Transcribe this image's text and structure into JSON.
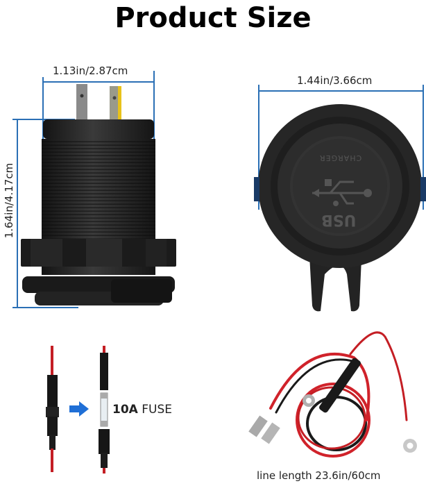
{
  "header": {
    "title": "Product Size"
  },
  "left_view": {
    "width_dimension": "1.13in/2.87cm",
    "height_dimension": "1.64in/4.17cm"
  },
  "right_view": {
    "width_dimension": "1.44in/3.66cm",
    "cap_text_top": "CHARGER",
    "cap_text_bottom": "USB"
  },
  "fuse": {
    "rating": "10A",
    "label": "FUSE"
  },
  "wire": {
    "caption": "line length 23.6in/60cm"
  },
  "colors": {
    "dimension_line": "#2a6fb5",
    "arrow": "#1f6fd6",
    "wire_red": "#d0222a",
    "body_black": "#1c1c1c"
  }
}
